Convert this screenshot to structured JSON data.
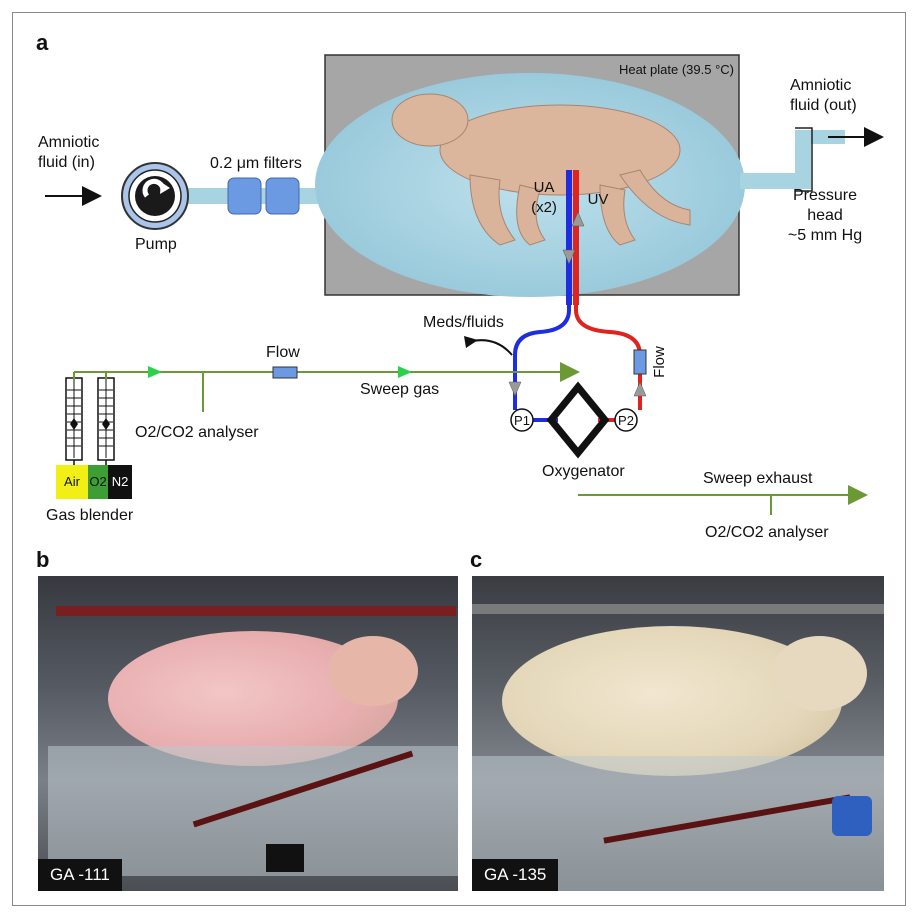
{
  "panels": {
    "a": "a",
    "b": "b",
    "c": "c"
  },
  "diagram": {
    "heat_plate": "Heat plate (39.5 °C)",
    "amniotic_in": [
      "Amniotic",
      "fluid (in)"
    ],
    "amniotic_out": [
      "Amniotic",
      "fluid (out)"
    ],
    "pump": "Pump",
    "filters": "0.2 μm filters",
    "ua": [
      "UA",
      "(x2)"
    ],
    "uv": "UV",
    "pressure_head": [
      "Pressure",
      "head",
      "~5 mm Hg"
    ],
    "meds_fluids": "Meds/fluids",
    "flow_left": "Flow",
    "flow_right": "Flow",
    "sweep_gas": "Sweep gas",
    "analyser_left": "O2/CO2 analyser",
    "analyser_right": "O2/CO2 analyser",
    "p1": "P1",
    "p2": "P2",
    "oxygenator": "Oxygenator",
    "sweep_exhaust": "Sweep exhaust",
    "gas_blender": "Gas blender",
    "gases": {
      "air": "Air",
      "o2": "O2",
      "n2": "N2"
    }
  },
  "photos": {
    "b_label": "GA -111",
    "c_label": "GA -135"
  },
  "colors": {
    "fluid": "#a8d4e2",
    "artery": "#1f2de0",
    "vein": "#e0231e",
    "gas_line": "#6b9a35",
    "heat_plate": "#a6a6a6"
  }
}
